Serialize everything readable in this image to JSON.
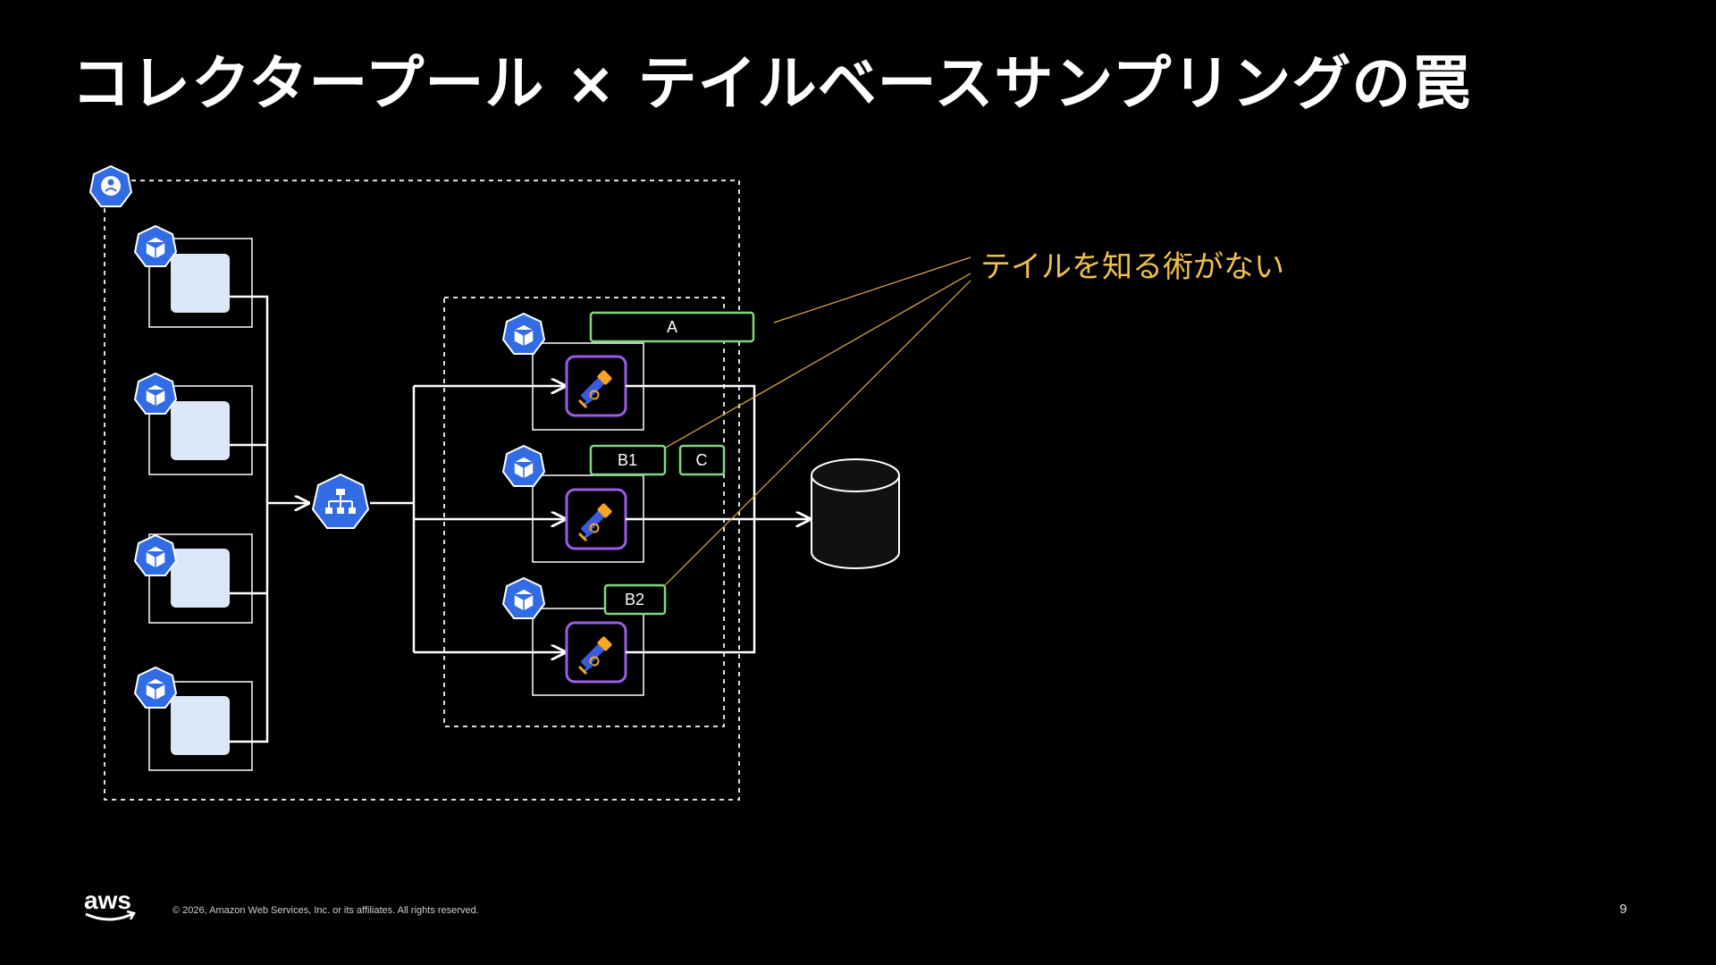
{
  "slide": {
    "title": "コレクタープール × テイルベースサンプリングの罠",
    "page_number": "9",
    "copyright": "© 2026, Amazon Web Services, Inc. or its affiliates. All rights reserved.",
    "logo_text": "aws"
  },
  "diagram": {
    "callout": "テイルを知る術がない",
    "span_tags": [
      "A",
      "B1",
      "C",
      "B2"
    ],
    "icons": {
      "cluster": "kubernetes-cluster-icon",
      "pod": "kubernetes-pod-icon",
      "load_balancer": "load-balancer-icon",
      "collector": "telescope-collector-icon",
      "storage": "database-cylinder-icon"
    }
  },
  "colors": {
    "background": "#000000",
    "k8s_blue": "#326ce5",
    "span_green": "#7fd87f",
    "callout_yellow": "#f0c050",
    "collector_purple": "#9b5de5",
    "app_fill": "#dce8f8"
  }
}
